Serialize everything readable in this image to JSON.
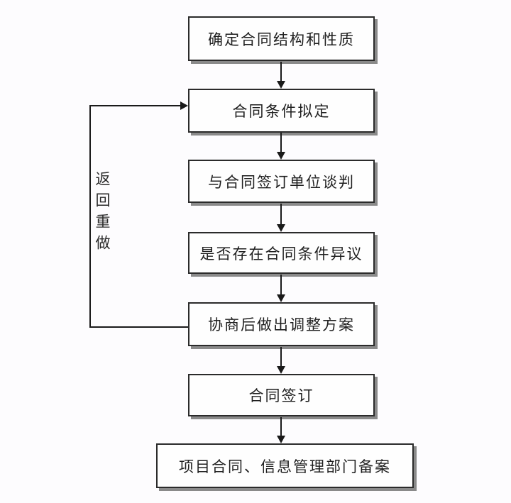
{
  "diagram": {
    "type": "flowchart",
    "topic": "contract-signing-process",
    "nodes": [
      {
        "id": 1,
        "label": "确定合同结构和性质"
      },
      {
        "id": 2,
        "label": "合同条件拟定"
      },
      {
        "id": 3,
        "label": "与合同签订单位谈判"
      },
      {
        "id": 4,
        "label": "是否存在合同条件异议"
      },
      {
        "id": 5,
        "label": "协商后做出调整方案"
      },
      {
        "id": 6,
        "label": "合同签订"
      },
      {
        "id": 7,
        "label": "项目合同、信息管理部门备案"
      }
    ],
    "edges": [
      {
        "from": 1,
        "to": 2,
        "type": "arrow-down"
      },
      {
        "from": 2,
        "to": 3,
        "type": "arrow-down"
      },
      {
        "from": 3,
        "to": 4,
        "type": "arrow-down"
      },
      {
        "from": 4,
        "to": 5,
        "type": "arrow-down"
      },
      {
        "from": 5,
        "to": 6,
        "type": "arrow-down"
      },
      {
        "from": 6,
        "to": 7,
        "type": "arrow-down"
      },
      {
        "from": 5,
        "to": 2,
        "type": "feedback-loop-left",
        "label": "返回重做"
      }
    ],
    "feedback_label": "返回重做",
    "colors": {
      "background": "#fdfcfe",
      "box_fill": "#fefefe",
      "box_border": "#2b2b2b",
      "box_shadow": "#8a8a8a",
      "arrow": "#1a1a1a",
      "text": "#1f1f1f"
    }
  }
}
